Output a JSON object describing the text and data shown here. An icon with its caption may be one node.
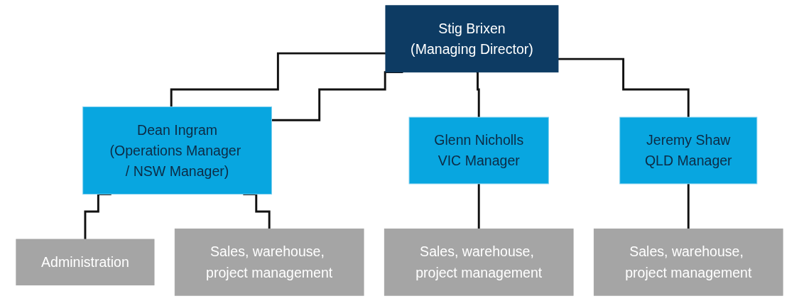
{
  "diagram": {
    "nodes": [
      {
        "text": [
          "Stig Brixen",
          "(Managing Director)"
        ]
      },
      {
        "text": [
          "Dean Ingram",
          "(Operations Manager / NSW Manager)"
        ]
      },
      {
        "text": [
          "Glenn Nicholls",
          "VIC Manager"
        ]
      },
      {
        "text": [
          "Jeremy Shaw",
          "QLD Manager"
        ]
      },
      {
        "text": [
          "Administration"
        ]
      },
      {
        "text": [
          "Sales, warehouse, project management"
        ]
      },
      {
        "text": [
          "Sales, warehouse, project management"
        ]
      },
      {
        "text": [
          "Sales, warehouse, project management"
        ]
      }
    ],
    "edges": [
      {
        "from": 0,
        "to": 1,
        "arrow": "none"
      },
      {
        "from": 0,
        "to": 1,
        "arrow": "none"
      },
      {
        "from": 0,
        "to": 2,
        "arrow": "none"
      },
      {
        "from": 0,
        "to": 3,
        "arrow": "none"
      },
      {
        "from": 1,
        "to": 4,
        "arrow": "none"
      },
      {
        "from": 1,
        "to": 5,
        "arrow": "none"
      },
      {
        "from": 2,
        "to": 6,
        "arrow": "none"
      },
      {
        "from": 3,
        "to": 7,
        "arrow": "none"
      }
    ]
  }
}
